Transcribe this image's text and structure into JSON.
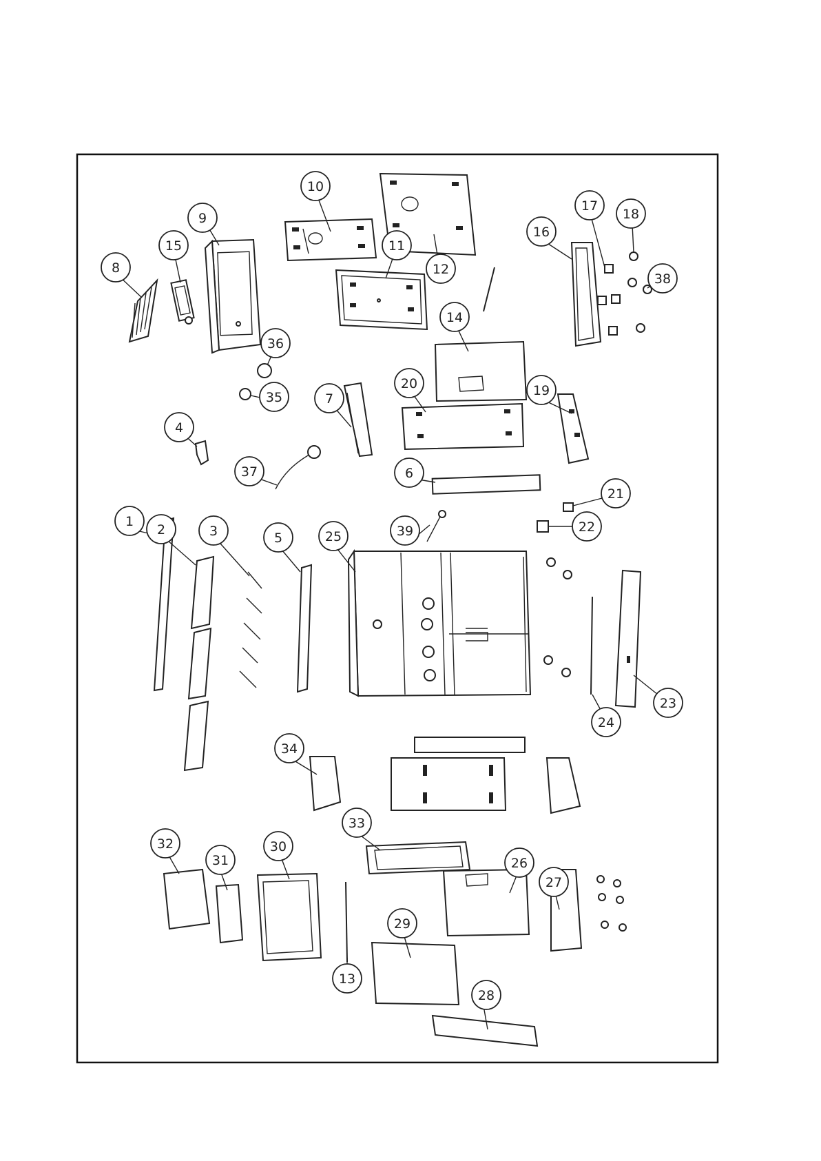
{
  "diagram": {
    "callouts": [
      {
        "id": "c1",
        "label": "1"
      },
      {
        "id": "c2",
        "label": "2"
      },
      {
        "id": "c3",
        "label": "3"
      },
      {
        "id": "c4",
        "label": "4"
      },
      {
        "id": "c5",
        "label": "5"
      },
      {
        "id": "c6",
        "label": "6"
      },
      {
        "id": "c7",
        "label": "7"
      },
      {
        "id": "c8",
        "label": "8"
      },
      {
        "id": "c9",
        "label": "9"
      },
      {
        "id": "c10",
        "label": "10"
      },
      {
        "id": "c11",
        "label": "11"
      },
      {
        "id": "c12",
        "label": "12"
      },
      {
        "id": "c13",
        "label": "13"
      },
      {
        "id": "c14",
        "label": "14"
      },
      {
        "id": "c15",
        "label": "15"
      },
      {
        "id": "c16",
        "label": "16"
      },
      {
        "id": "c17",
        "label": "17"
      },
      {
        "id": "c18",
        "label": "18"
      },
      {
        "id": "c19",
        "label": "19"
      },
      {
        "id": "c20",
        "label": "20"
      },
      {
        "id": "c21",
        "label": "21"
      },
      {
        "id": "c22",
        "label": "22"
      },
      {
        "id": "c23",
        "label": "23"
      },
      {
        "id": "c24",
        "label": "24"
      },
      {
        "id": "c25",
        "label": "25"
      },
      {
        "id": "c26",
        "label": "26"
      },
      {
        "id": "c27",
        "label": "27"
      },
      {
        "id": "c28",
        "label": "28"
      },
      {
        "id": "c29",
        "label": "29"
      },
      {
        "id": "c30",
        "label": "30"
      },
      {
        "id": "c31",
        "label": "31"
      },
      {
        "id": "c32",
        "label": "32"
      },
      {
        "id": "c33",
        "label": "33"
      },
      {
        "id": "c34",
        "label": "34"
      },
      {
        "id": "c35",
        "label": "35"
      },
      {
        "id": "c36",
        "label": "36"
      },
      {
        "id": "c37",
        "label": "37"
      },
      {
        "id": "c38",
        "label": "38"
      },
      {
        "id": "c39",
        "label": "39"
      }
    ]
  }
}
